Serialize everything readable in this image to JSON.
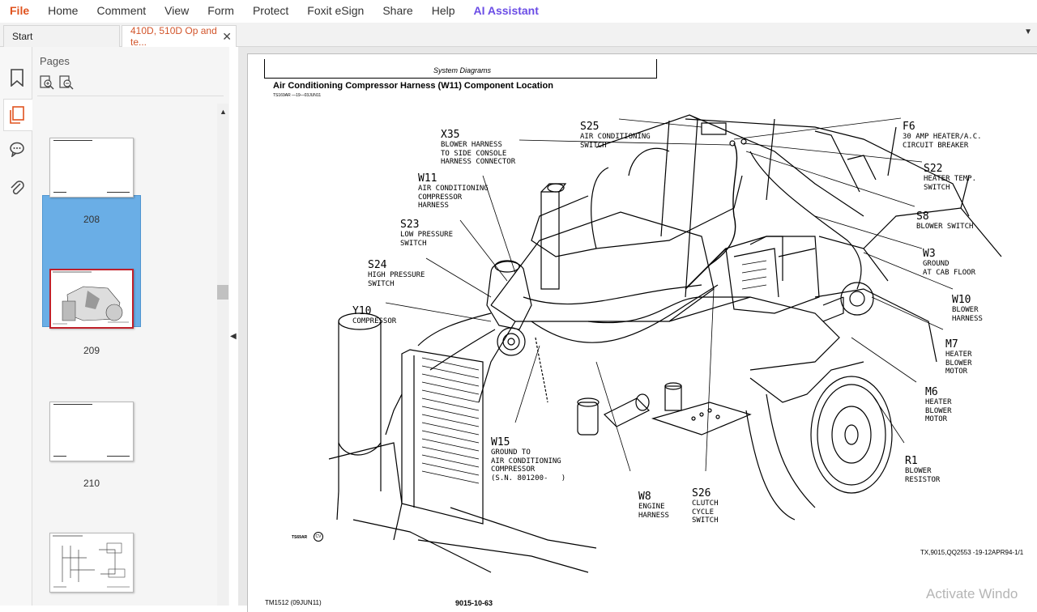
{
  "menu": [
    "File",
    "Home",
    "Comment",
    "View",
    "Form",
    "Protect",
    "Foxit eSign",
    "Share",
    "Help",
    "AI Assistant"
  ],
  "tabs": {
    "start": "Start",
    "document": "410D, 510D Op and te..."
  },
  "panel": {
    "title": "Pages",
    "thumbnails": [
      {
        "label": "208",
        "selected": false
      },
      {
        "label": "209",
        "selected": true
      },
      {
        "label": "210",
        "selected": false
      }
    ]
  },
  "document": {
    "header": "System Diagrams",
    "title": "Air Conditioning Compressor Harness (W11) Component Location",
    "ref_code": "TS169AR —19—03JUN11",
    "figure_id": "TS69AR",
    "footer_ref": "TX,9015,QQ2553 -19-12APR94-1/1",
    "footer_left": "TM1512 (09JUN11)",
    "footer_center": "9015-10-63",
    "callouts": [
      {
        "code": "X35",
        "text": "BLOWER HARNESS\nTO SIDE CONSOLE\nHARNESS CONNECTOR"
      },
      {
        "code": "S25",
        "text": "AIR CONDITIONING\nSWITCH"
      },
      {
        "code": "F6",
        "text": "30 AMP HEATER/A.C.\nCIRCUIT BREAKER"
      },
      {
        "code": "W11",
        "text": "AIR CONDITIONING\nCOMPRESSOR\nHARNESS"
      },
      {
        "code": "S22",
        "text": "HEATER TEMP.\nSWITCH"
      },
      {
        "code": "S23",
        "text": "LOW PRESSURE\nSWITCH"
      },
      {
        "code": "S8",
        "text": "BLOWER SWITCH"
      },
      {
        "code": "W3",
        "text": "GROUND\nAT CAB FLOOR"
      },
      {
        "code": "S24",
        "text": "HIGH PRESSURE\nSWITCH"
      },
      {
        "code": "W10",
        "text": "BLOWER\nHARNESS"
      },
      {
        "code": "Y10",
        "text": "COMPRESSOR"
      },
      {
        "code": "M7",
        "text": "HEATER\nBLOWER\nMOTOR"
      },
      {
        "code": "M6",
        "text": "HEATER\nBLOWER\nMOTOR"
      },
      {
        "code": "W15",
        "text": "GROUND TO\nAIR CONDITIONING\nCOMPRESSOR\n(S.N. 801200-   )"
      },
      {
        "code": "R1",
        "text": "BLOWER\nRESISTOR"
      },
      {
        "code": "W8",
        "text": "ENGINE\nHARNESS"
      },
      {
        "code": "S26",
        "text": "CLUTCH\nCYCLE\nSWITCH"
      }
    ]
  },
  "watermark": "Activate Windo",
  "colors": {
    "file_menu": "#e0531f",
    "ai_menu": "#6b4de6",
    "active_tab_text": "#d2542a",
    "selected_thumb": "#6aaee6"
  }
}
